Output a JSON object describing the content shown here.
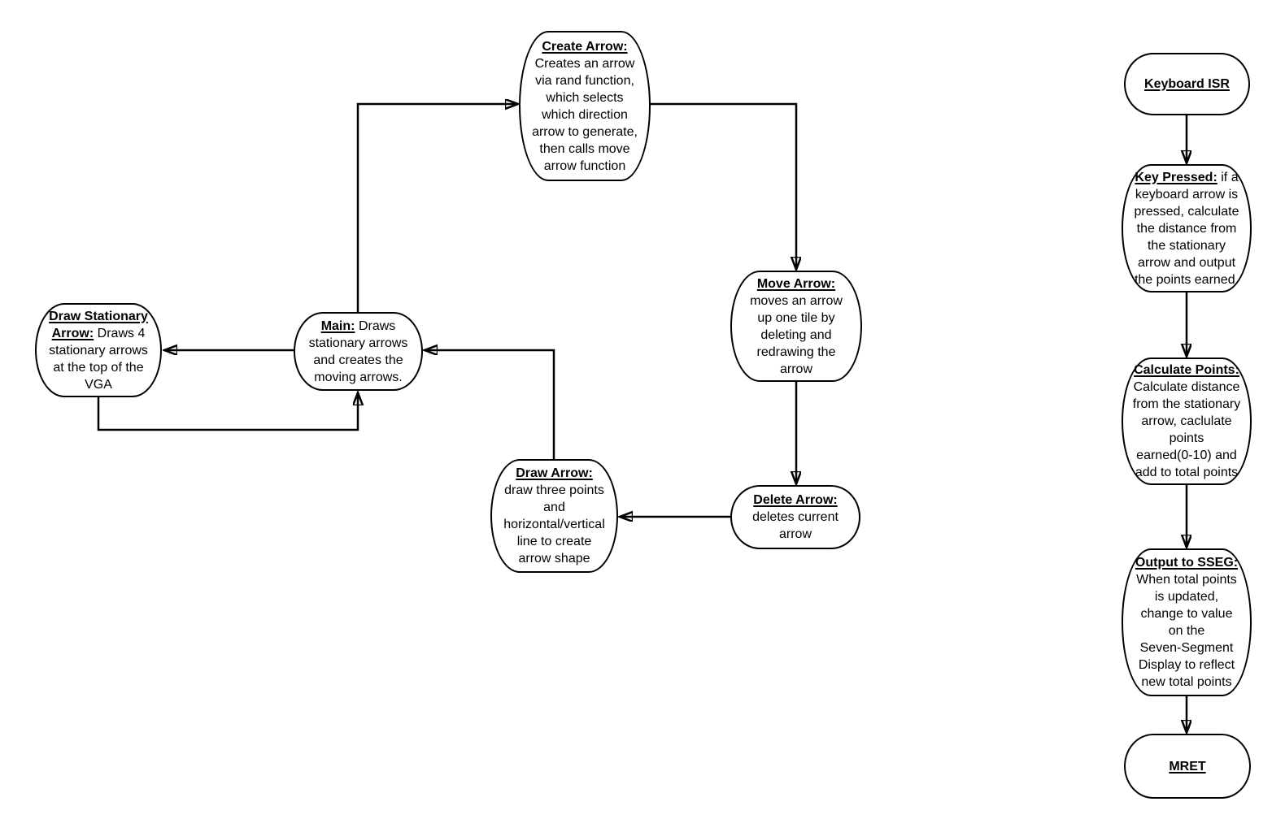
{
  "diagram": {
    "background_color": "#ffffff",
    "node_fill_color": "#ffffff",
    "stroke_color": "#000000",
    "text_color": "#000000",
    "nodes": [
      {
        "id": "create-arrow",
        "title": "Create Arrow:",
        "body": "Creates an arrow\nvia rand function,\nwhich selects\nwhich direction\narrow to generate,\nthen calls move\narrow function"
      },
      {
        "id": "move-arrow",
        "title": "Move Arrow:",
        "body": "moves an arrow\nup one tile by\ndeleting and\nredrawing the\narrow"
      },
      {
        "id": "delete-arrow",
        "title": "Delete Arrow:",
        "body": "deletes current\narrow"
      },
      {
        "id": "draw-arrow",
        "title": "Draw Arrow:",
        "body": "draw three points\nand\nhorizontal/vertical\nline to create\narrow shape"
      },
      {
        "id": "main",
        "title": "Main:",
        "body": "Draws\nstationary arrows\nand creates the\nmoving arrows."
      },
      {
        "id": "draw-stationary-arrow",
        "title": "Draw Stationary\nArrow:",
        "body": "Draws 4\nstationary arrows\nat the top of the\nVGA"
      },
      {
        "id": "keyboard-isr",
        "title": "Keyboard ISR",
        "body": ""
      },
      {
        "id": "key-pressed",
        "title": "Key Pressed:",
        "body": "if a\nkeyboard arrow is\npressed, calculate\nthe distance from\nthe stationary\narrow and output\nthe points earned."
      },
      {
        "id": "calculate-points",
        "title": "Calculate Points:",
        "body": "Calculate distance\nfrom the stationary\narrow, caclulate\npoints\nearned(0-10) and\nadd to total points"
      },
      {
        "id": "output-to-sseg",
        "title": "Output to SSEG:",
        "body": "When total points\nis updated,\nchange to value\non the\nSeven-Segment\nDisplay to reflect\nnew total points"
      },
      {
        "id": "mret",
        "title": "MRET",
        "body": ""
      }
    ],
    "edges": [
      {
        "from": "main",
        "to": "create-arrow"
      },
      {
        "from": "create-arrow",
        "to": "move-arrow"
      },
      {
        "from": "move-arrow",
        "to": "delete-arrow"
      },
      {
        "from": "delete-arrow",
        "to": "draw-arrow"
      },
      {
        "from": "draw-arrow",
        "to": "main"
      },
      {
        "from": "main",
        "to": "draw-stationary-arrow"
      },
      {
        "from": "draw-stationary-arrow",
        "to": "main"
      },
      {
        "from": "keyboard-isr",
        "to": "key-pressed"
      },
      {
        "from": "key-pressed",
        "to": "calculate-points"
      },
      {
        "from": "calculate-points",
        "to": "output-to-sseg"
      },
      {
        "from": "output-to-sseg",
        "to": "mret"
      }
    ]
  }
}
